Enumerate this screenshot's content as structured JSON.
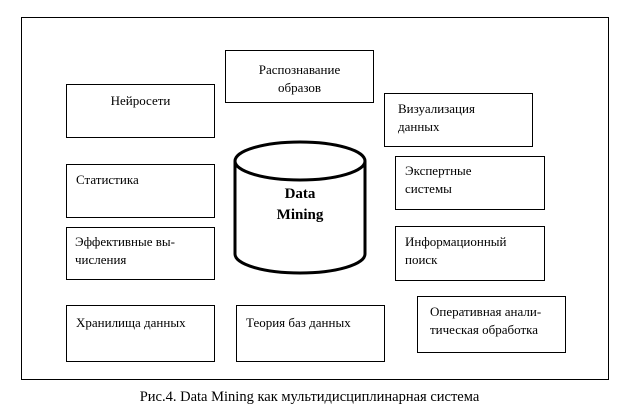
{
  "center_label": "Data\nMining",
  "boxes": {
    "pattern_recognition": "Распознавание\nобразов",
    "neural_networks": "Нейросети",
    "visualization": "Визуализация\nданных",
    "statistics": "Статистика",
    "expert_systems": "Экспертные\nсистемы",
    "efficient_computing": "Эффективные вы-\nчисления",
    "information_retrieval": "Информационный\nпоиск",
    "data_warehouses": "Хранилища данных",
    "database_theory": "Теория баз данных",
    "olap": "Оперативная анали-\nтическая обработка"
  },
  "caption": "Рис.4. Data Mining как мультидисциплинарная система"
}
